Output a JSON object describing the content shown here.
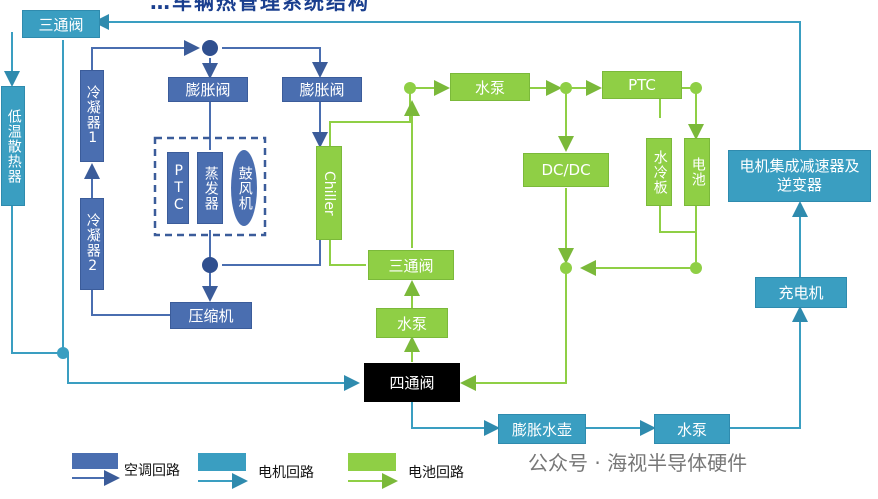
{
  "title": "…车辆热管理系统结构",
  "labels": {
    "three_way_top": "三通阀",
    "low_temp_radiator": "低温散热器",
    "condenser1": "冷凝器1",
    "condenser2": "冷凝器2",
    "expansion_valve_left": "膨胀阀",
    "expansion_valve_right": "膨胀阀",
    "ptc_hvac": "PTC",
    "evaporator": "蒸发器",
    "blower": "鼓风机",
    "chiller": "Chiller",
    "compressor": "压缩机",
    "water_pump_top": "水泵",
    "ptc_battery": "PTC",
    "dcdc": "DC/DC",
    "water_cooling_plate": "水冷板",
    "battery": "电池",
    "three_way_mid": "三通阀",
    "water_pump_mid": "水泵",
    "four_way_valve": "四通阀",
    "motor_unit": "电机集成减速器及逆变器",
    "charger": "充电机",
    "expansion_tank": "膨胀水壶",
    "water_pump_bottom": "水泵"
  },
  "legend": [
    {
      "label": "空调回路",
      "color": "#4a6eb0"
    },
    {
      "label": "电机回路",
      "color": "#3a9ec1"
    },
    {
      "label": "电池回路",
      "color": "#8fcf45"
    }
  ],
  "watermark": "公众号 · 海视半导体硬件",
  "colors": {
    "ac": "#4a6eb0",
    "motor": "#3a9ec1",
    "battery": "#8fcf45",
    "node_ac": "#2f4f8f",
    "node_bat": "#8fcf45"
  }
}
